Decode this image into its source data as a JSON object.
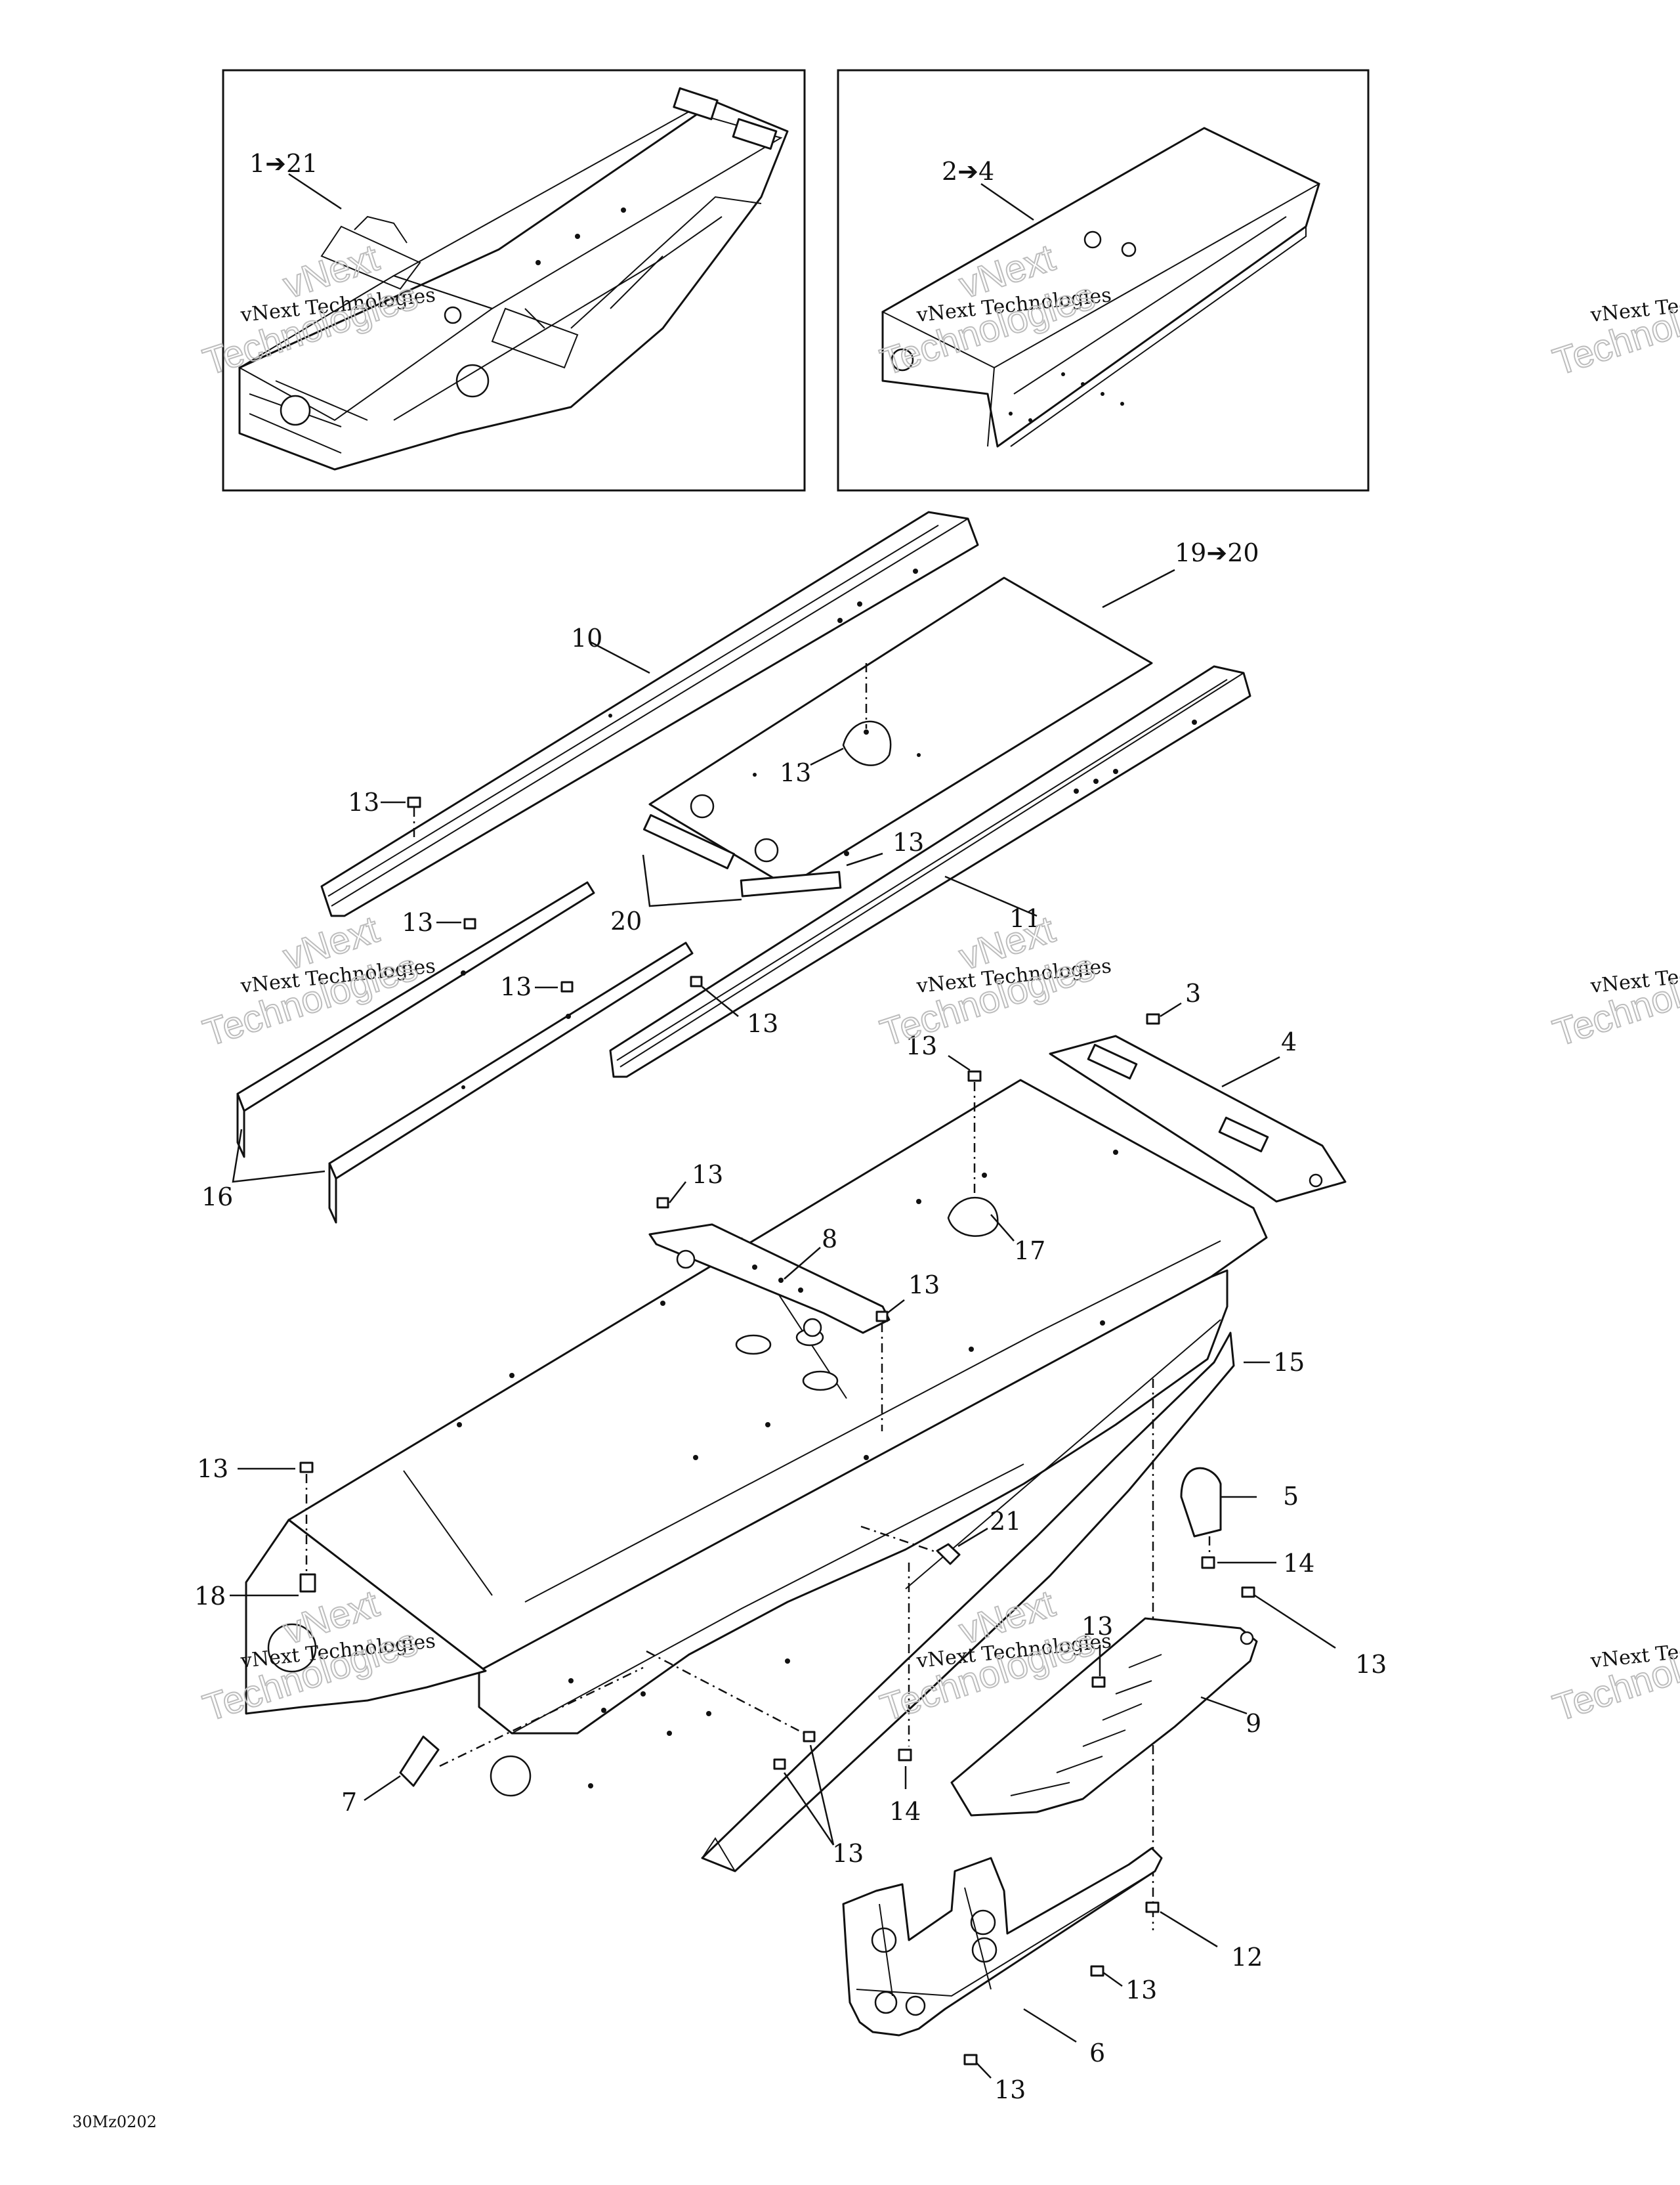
{
  "drawing_code": "30Mz0202",
  "watermark": {
    "line1": "vNext Technologies",
    "big_line1": "vNext",
    "big_line2": "Technologies"
  },
  "inset_left": {
    "label": "1➔21"
  },
  "inset_right": {
    "label": "2➔4"
  },
  "callouts": {
    "c19_20": "19➔20",
    "c10": "10",
    "c13_a": "13",
    "c13_b": "13",
    "c13_c": "13",
    "c20": "20",
    "c11": "11",
    "c13_d": "13",
    "c13_e": "13",
    "c13_f": "13",
    "c3": "3",
    "c4": "4",
    "c13_g": "13",
    "c16": "16",
    "c13_h": "13",
    "c8": "8",
    "c17": "17",
    "c13_i": "13",
    "c15": "15",
    "c13_j": "13",
    "c5": "5",
    "c21": "21",
    "c18": "18",
    "c14_a": "14",
    "c13_k": "13",
    "c13_l": "13",
    "c9": "9",
    "c7": "7",
    "c14_b": "14",
    "c13_m": "13",
    "c12": "12",
    "c13_n": "13",
    "c6": "6",
    "c13_o": "13"
  }
}
